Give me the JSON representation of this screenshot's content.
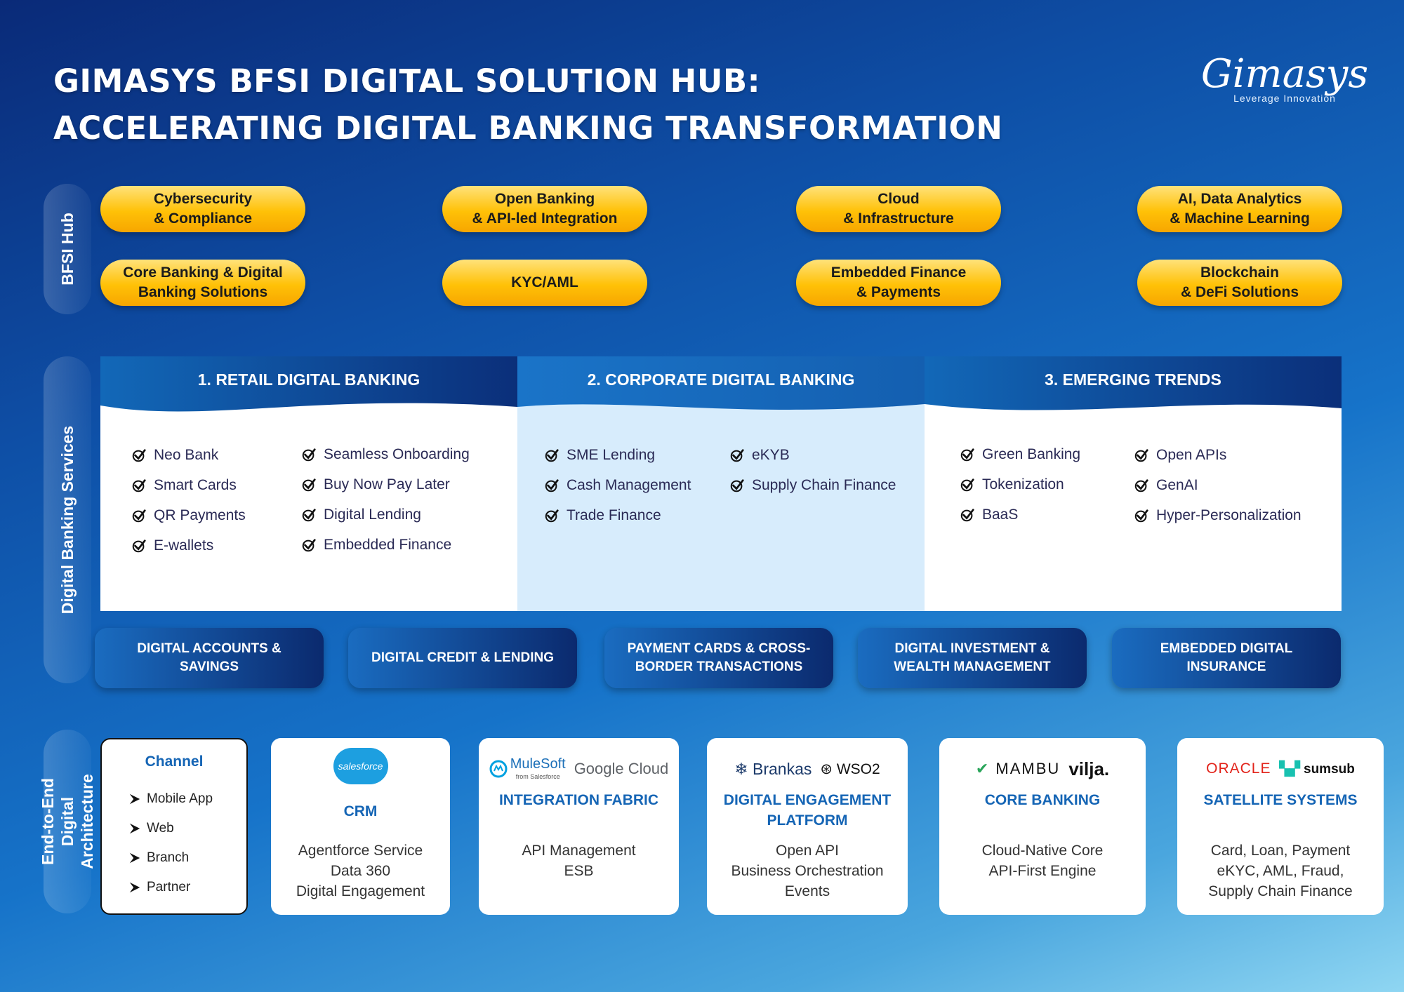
{
  "header": {
    "title_line1": "GIMASYS BFSI DIGITAL SOLUTION HUB:",
    "title_line2": "ACCELERATING DIGITAL BANKING TRANSFORMATION",
    "logo_name": "Gimasys",
    "logo_tagline": "Leverage Innovation"
  },
  "side_labels": {
    "hub": "BFSI Hub",
    "services": "Digital Banking Services",
    "architecture": "End-to-End Digital\nArchitecture"
  },
  "hub": [
    "Cybersecurity\n& Compliance",
    "Open Banking\n& API-led Integration",
    "Cloud\n& Infrastructure",
    "AI, Data Analytics\n& Machine Learning",
    "Core Banking & Digital\nBanking Solutions",
    "KYC/AML",
    "Embedded Finance\n& Payments",
    "Blockchain\n& DeFi Solutions"
  ],
  "services": {
    "columns": [
      {
        "heading": "1. RETAIL DIGITAL BANKING",
        "list_a": [
          "Neo Bank",
          "Smart Cards",
          "QR Payments",
          "E-wallets"
        ],
        "list_b": [
          "Seamless Onboarding",
          "Buy Now Pay Later",
          "Digital Lending",
          "Embedded Finance"
        ]
      },
      {
        "heading": "2. CORPORATE DIGITAL BANKING",
        "list_a": [
          "SME Lending",
          "Cash Management",
          "Trade Finance"
        ],
        "list_b": [
          "eKYB",
          "Supply Chain Finance"
        ]
      },
      {
        "heading": "3. EMERGING TRENDS",
        "list_a": [
          "Green Banking",
          "Tokenization",
          "BaaS"
        ],
        "list_b": [
          "Open APIs",
          "GenAI",
          "Hyper-Personalization"
        ]
      }
    ],
    "categories": [
      "DIGITAL ACCOUNTS &\nSAVINGS",
      "DIGITAL CREDIT & LENDING",
      "PAYMENT CARDS & CROSS-\nBORDER TRANSACTIONS",
      "DIGITAL INVESTMENT &\nWEALTH MANAGEMENT",
      "EMBEDDED DIGITAL\nINSURANCE"
    ]
  },
  "architecture": {
    "channel": {
      "title": "Channel",
      "items": [
        "Mobile App",
        "Web",
        "Branch",
        "Partner"
      ]
    },
    "cards": [
      {
        "logos": [
          "salesforce"
        ],
        "title": "CRM",
        "desc": "Agentforce Service\nData 360\nDigital Engagement"
      },
      {
        "logos": [
          "MuleSoft",
          "from Salesforce",
          "Google Cloud"
        ],
        "title": "INTEGRATION FABRIC",
        "desc": "API Management\nESB"
      },
      {
        "logos": [
          "Brankas",
          "WSO2"
        ],
        "title": "DIGITAL ENGAGEMENT\nPLATFORM",
        "desc": "Open API\nBusiness Orchestration\nEvents"
      },
      {
        "logos": [
          "MAMBU",
          "vilja."
        ],
        "title": "CORE BANKING",
        "desc": "Cloud-Native Core\nAPI-First Engine"
      },
      {
        "logos": [
          "ORACLE",
          "sumsub"
        ],
        "title": "SATELLITE SYSTEMS",
        "desc": "Card, Loan, Payment\neKYC, AML, Fraud,\nSupply Chain Finance"
      }
    ]
  },
  "colors": {
    "accent_blue": "#1565b5",
    "pill_yellow": "#ffc107",
    "navy": "#0b2a6e",
    "corporate_bg": "#d7ecfc"
  }
}
